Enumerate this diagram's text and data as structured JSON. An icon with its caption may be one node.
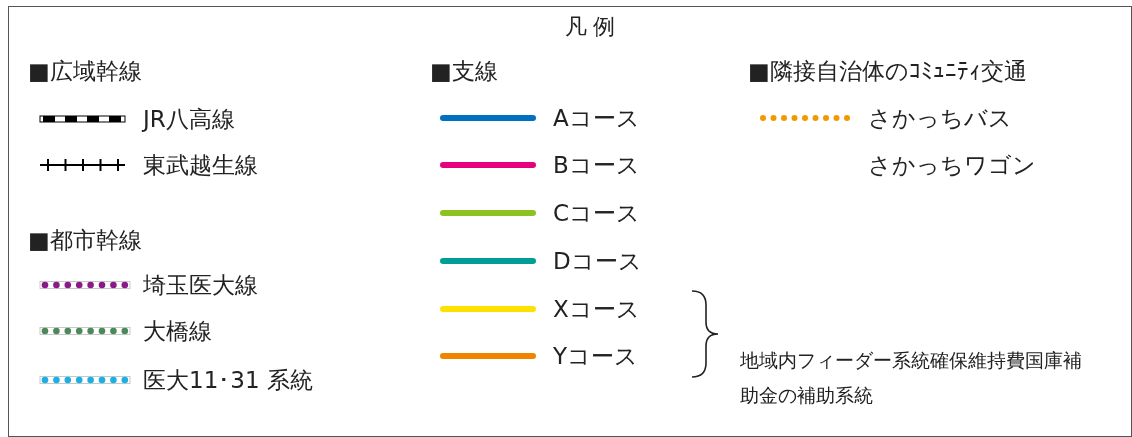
{
  "diagram": {
    "title": "凡 例",
    "labels": [
      "■広域幹線",
      "■都市幹線",
      "■支線",
      "■隣接自治体のｺﾐｭﾆﾃｨ交通",
      "地域内フィーダー系統確保維持費国庫補助金の補助系統"
    ],
    "legend": [
      {
        "text": "JR八高線"
      },
      {
        "text": "東武越生線"
      },
      {
        "text": "埼玉医大線"
      },
      {
        "text": "大橋線"
      },
      {
        "text": "医大11･31 系統"
      },
      {
        "text": "Aコース"
      },
      {
        "text": "Bコース"
      },
      {
        "text": "Cコース"
      },
      {
        "text": "Dコース"
      },
      {
        "text": "Xコース"
      },
      {
        "text": "Yコース"
      },
      {
        "text": "さかっちバス"
      },
      {
        "text": "さかっちワゴン"
      }
    ]
  }
}
